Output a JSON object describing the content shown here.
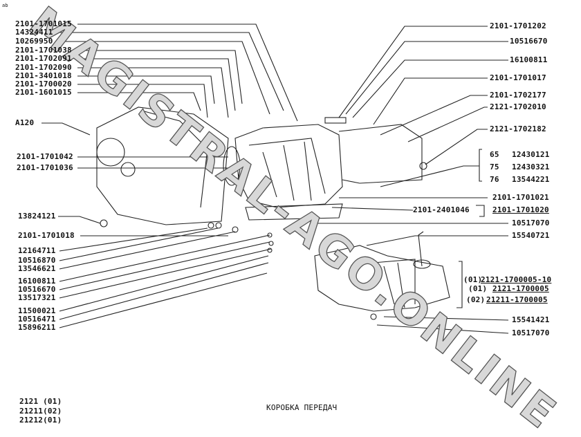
{
  "watermark": "MAGISTRAL-AGO.ONLINE",
  "title": "КОРОБКА  ПЕРЕДАЧ",
  "corner_mark": "ab",
  "left_labels_top": [
    "2101-1701015",
    "14324411",
    "10269950",
    "2101-1701038",
    "2101-1702091",
    "2101-1702090",
    "2101-3401018",
    "2101-1700020",
    "2101-1601015"
  ],
  "left_mid": {
    "a120": "A120",
    "l1": "2101-1701042",
    "l2": "2101-1701036",
    "l3": "13824121",
    "l4": "2101-1701018"
  },
  "left_labels_bottom": [
    "12164711",
    "10516870",
    "13546621",
    "16100811",
    "10516670",
    "13517321",
    "11500021",
    "10516471",
    "15896211"
  ],
  "right_labels_top": [
    "2101-1701202",
    "10516670",
    "16100811",
    "2101-1701017",
    "2101-1702177",
    "2121-1702010",
    "2121-1702182"
  ],
  "bolt_variants": [
    {
      "len": "65",
      "part": "12430121"
    },
    {
      "len": "75",
      "part": "12430321"
    },
    {
      "len": "76",
      "part": "13544221"
    }
  ],
  "right_labels_mid": {
    "r1": "2101-1701021",
    "r2": "2101-2401046",
    "r3": "2101-1701020",
    "r4": "10517070",
    "r5": "15540721"
  },
  "assemblies": [
    {
      "code": "(01)",
      "part": "2121-1700005-10"
    },
    {
      "code": "(01)",
      "part": "2121-1700005"
    },
    {
      "code": "(02)",
      "part": "21211-1700005"
    }
  ],
  "right_labels_bottom": [
    "15541421",
    "10517070"
  ],
  "models": [
    "2121 (01)",
    "21211(02)",
    "21212(01)"
  ]
}
